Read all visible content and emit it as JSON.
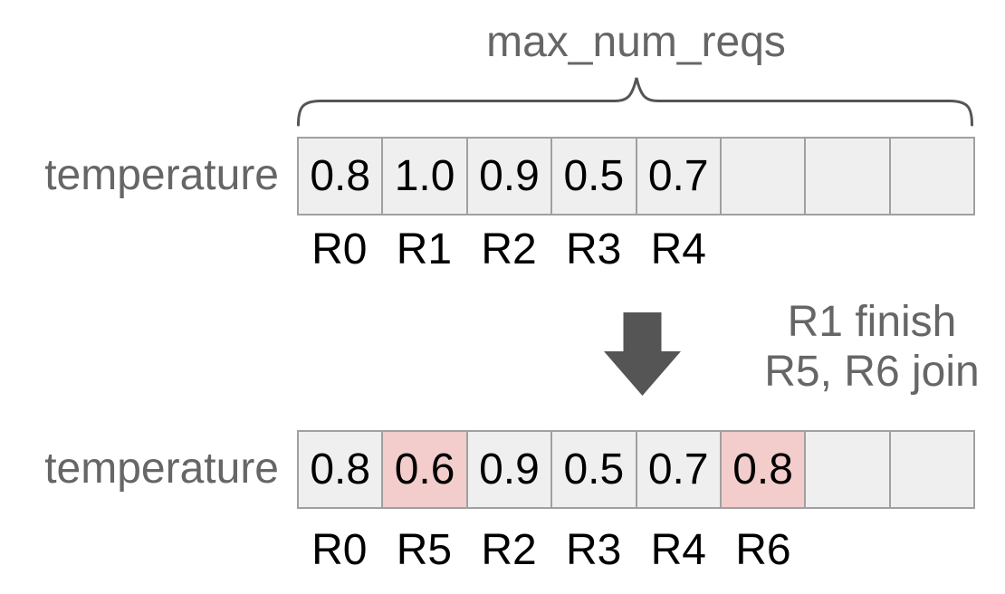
{
  "title": "max_num_reqs",
  "colors": {
    "background": "#ffffff",
    "cell_fill": "#efefef",
    "cell_highlight": "#f2cdcb",
    "cell_border": "#a0a0a0",
    "gray_text": "#666666",
    "arrow_and_brace": "#555555",
    "value_text": "#000000"
  },
  "before": {
    "row_label": "temperature",
    "cells": [
      {
        "value": "0.8",
        "highlight": false
      },
      {
        "value": "1.0",
        "highlight": false
      },
      {
        "value": "0.9",
        "highlight": false
      },
      {
        "value": "0.5",
        "highlight": false
      },
      {
        "value": "0.7",
        "highlight": false
      },
      {
        "value": "",
        "highlight": false
      },
      {
        "value": "",
        "highlight": false
      },
      {
        "value": "",
        "highlight": false
      }
    ],
    "request_labels": [
      "R0",
      "R1",
      "R2",
      "R3",
      "R4",
      "",
      "",
      ""
    ]
  },
  "transition": {
    "line1": "R1 finish",
    "line2": "R5, R6 join"
  },
  "after": {
    "row_label": "temperature",
    "cells": [
      {
        "value": "0.8",
        "highlight": false
      },
      {
        "value": "0.6",
        "highlight": true
      },
      {
        "value": "0.9",
        "highlight": false
      },
      {
        "value": "0.5",
        "highlight": false
      },
      {
        "value": "0.7",
        "highlight": false
      },
      {
        "value": "0.8",
        "highlight": true
      },
      {
        "value": "",
        "highlight": false
      },
      {
        "value": "",
        "highlight": false
      }
    ],
    "request_labels": [
      "R0",
      "R5",
      "R2",
      "R3",
      "R4",
      "R6",
      "",
      ""
    ]
  }
}
